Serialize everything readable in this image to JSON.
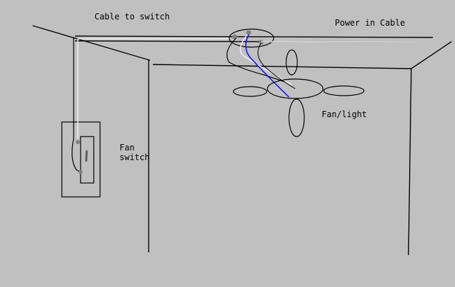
{
  "labels": {
    "cable_to_switch": "Cable to switch",
    "power_in_cable": "Power in Cable",
    "fan_light": "Fan/light",
    "fan_switch_line1": "Fan",
    "fan_switch_line2": "switch"
  },
  "colors": {
    "background": "#c0c0c0",
    "black_wire": "#000000",
    "white_wire": "#ffffff",
    "blue_wire": "#0000ff",
    "terminal": "#808080"
  }
}
